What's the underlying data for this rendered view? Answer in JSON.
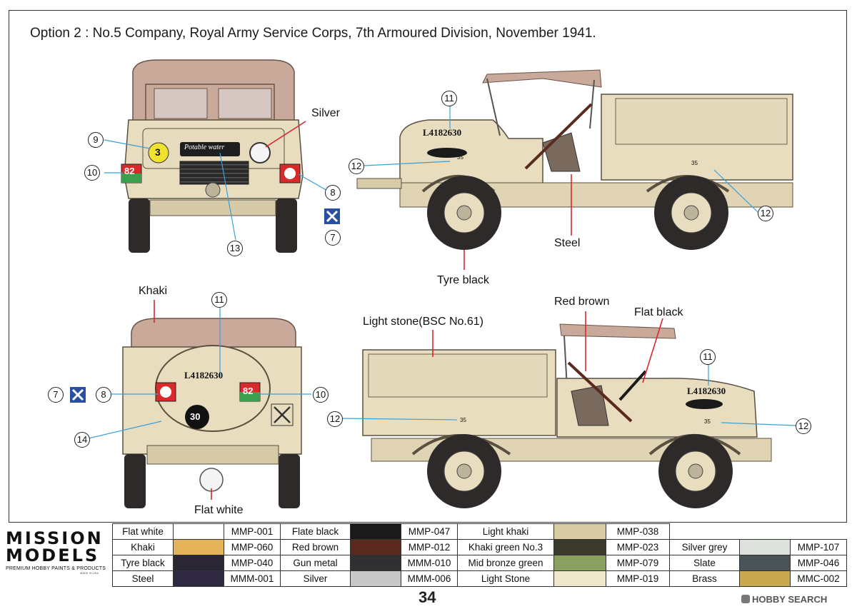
{
  "page_title": "Option 2 : No.5 Company, Royal Army Service Corps, 7th Armoured Division, November 1941.",
  "callouts": {
    "n7": "7",
    "n8": "8",
    "n9": "9",
    "n10": "10",
    "n11": "11",
    "n12": "12",
    "n13": "13",
    "n14": "14"
  },
  "labels": {
    "silver": "Silver",
    "steel": "Steel",
    "tyre_black": "Tyre black",
    "khaki": "Khaki",
    "flat_white": "Flat white",
    "light_stone": "Light stone(BSC No.61)",
    "red_brown": "Red brown",
    "flat_black": "Flat black"
  },
  "decals": {
    "serial": "L4182630",
    "potable": "Potable water",
    "num3": "3",
    "num82": "82",
    "num30": "30",
    "num35": "35"
  },
  "legend": {
    "rows": [
      [
        {
          "name": "Flat white",
          "color": "#ffffff",
          "code": "MMP-001"
        },
        {
          "name": "Flate black",
          "color": "#1a1a1a",
          "code": "MMP-047"
        },
        {
          "name": "Light khaki",
          "color": "#d8cca4",
          "code": "MMP-038"
        },
        {
          "name": "",
          "color": "",
          "code": ""
        }
      ],
      [
        {
          "name": "Khaki",
          "color": "#e4b45a",
          "code": "MMP-060"
        },
        {
          "name": "Red brown",
          "color": "#5a2a1e",
          "code": "MMP-012"
        },
        {
          "name": "Khaki green No.3",
          "color": "#3a3a2c",
          "code": "MMP-023"
        },
        {
          "name": "Silver grey",
          "color": "#dde2dc",
          "code": "MMP-107"
        }
      ],
      [
        {
          "name": "Tyre black",
          "color": "#2a2633",
          "code": "MMP-040"
        },
        {
          "name": "Gun metal",
          "color": "#303033",
          "code": "MMM-010"
        },
        {
          "name": "Mid bronze green",
          "color": "#8aa060",
          "code": "MMP-079"
        },
        {
          "name": "Slate",
          "color": "#4a5458",
          "code": "MMP-046"
        }
      ],
      [
        {
          "name": "Steel",
          "color": "#2e2840",
          "code": "MMM-001"
        },
        {
          "name": "Silver",
          "color": "#c8c8c8",
          "code": "MMM-006"
        },
        {
          "name": "Light Stone",
          "color": "#efe8cc",
          "code": "MMP-019"
        },
        {
          "name": "Brass",
          "color": "#c8a850",
          "code": "MMC-002"
        }
      ]
    ]
  },
  "brand": {
    "line1": "MISSION",
    "line2": "MODELS",
    "tagline": "PREMIUM HOBBY PAINTS & PRODUCTS",
    "made": "MADE IN USA"
  },
  "page_number": "34",
  "watermark": "HOBBY SEARCH",
  "colors": {
    "body_stone": "#e8ddbf",
    "canvas": "#c9a99a",
    "tyre": "#2e2a2a",
    "callout_line": "#3aa0d8",
    "pointer_red": "#d8282e"
  }
}
